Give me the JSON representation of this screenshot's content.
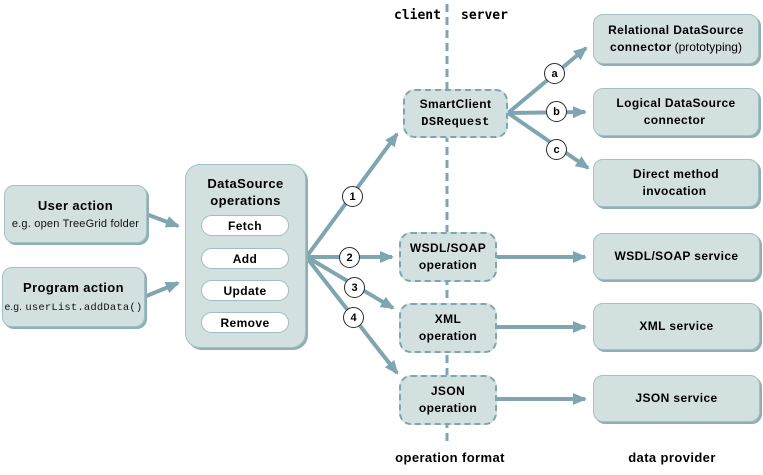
{
  "header": {
    "client_label": "client",
    "server_label": "server"
  },
  "footer": {
    "operation_format_label": "operation format",
    "data_provider_label": "data provider"
  },
  "sources": {
    "user_action": {
      "title": "User action",
      "example_prefix": "e.g.",
      "example": "open TreeGrid folder"
    },
    "program_action": {
      "title": "Program action",
      "example_prefix": "e.g.",
      "example": "userList.addData()"
    }
  },
  "datasource": {
    "title_line1": "DataSource",
    "title_line2": "operations",
    "operations": [
      "Fetch",
      "Add",
      "Update",
      "Remove"
    ]
  },
  "smartclient": {
    "line1": "SmartClient",
    "line2": "DSRequest"
  },
  "operations": [
    {
      "line1": "WSDL/SOAP",
      "line2": "operation"
    },
    {
      "line1": "XML",
      "line2": "operation"
    },
    {
      "line1": "JSON",
      "line2": "operation"
    }
  ],
  "connectors": [
    {
      "bold1": "Relational DataSource",
      "bold2": "connector",
      "regular2": "(prototyping)"
    },
    {
      "bold1": "Logical DataSource",
      "bold2": "connector",
      "regular2": ""
    },
    {
      "bold1": "Direct method",
      "bold2": "invocation",
      "regular2": ""
    }
  ],
  "services": [
    {
      "label": "WSDL/SOAP service"
    },
    {
      "label": "XML service"
    },
    {
      "label": "JSON service"
    }
  ],
  "markers": {
    "steps": [
      "1",
      "2",
      "3",
      "4"
    ],
    "branches": [
      "a",
      "b",
      "c"
    ]
  },
  "colors": {
    "box_fill": "#d3e0e0",
    "box_border": "#a3c0c5",
    "box_shadow": "#8fafb6",
    "arrow": "#7fa6b0",
    "pill_border": "#9fbdc2",
    "text": "#000000"
  }
}
